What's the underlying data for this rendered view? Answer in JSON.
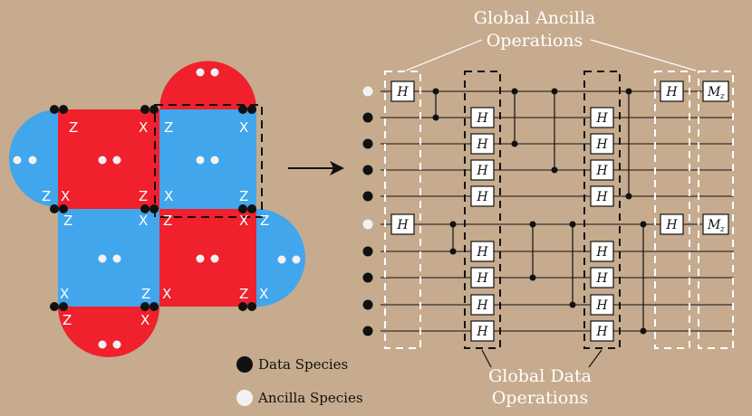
{
  "pauli": {
    "x": "X",
    "z": "Z"
  },
  "captions": {
    "ancilla_line1": "Global Ancilla",
    "ancilla_line2": "Operations",
    "data_line1": "Global Data",
    "data_line2": "Operations"
  },
  "legend": {
    "data": "Data Species",
    "ancilla": "Ancilla Species"
  },
  "gates": {
    "hadamard": "H",
    "measure_main": "M",
    "measure_sub": "z"
  },
  "colors": {
    "background": "#c6ab8e",
    "red_plaquette": "#f0202c",
    "blue_plaquette": "#42a6ec",
    "data_qubit": "#111111",
    "ancilla_qubit": "#f2f2f2"
  }
}
